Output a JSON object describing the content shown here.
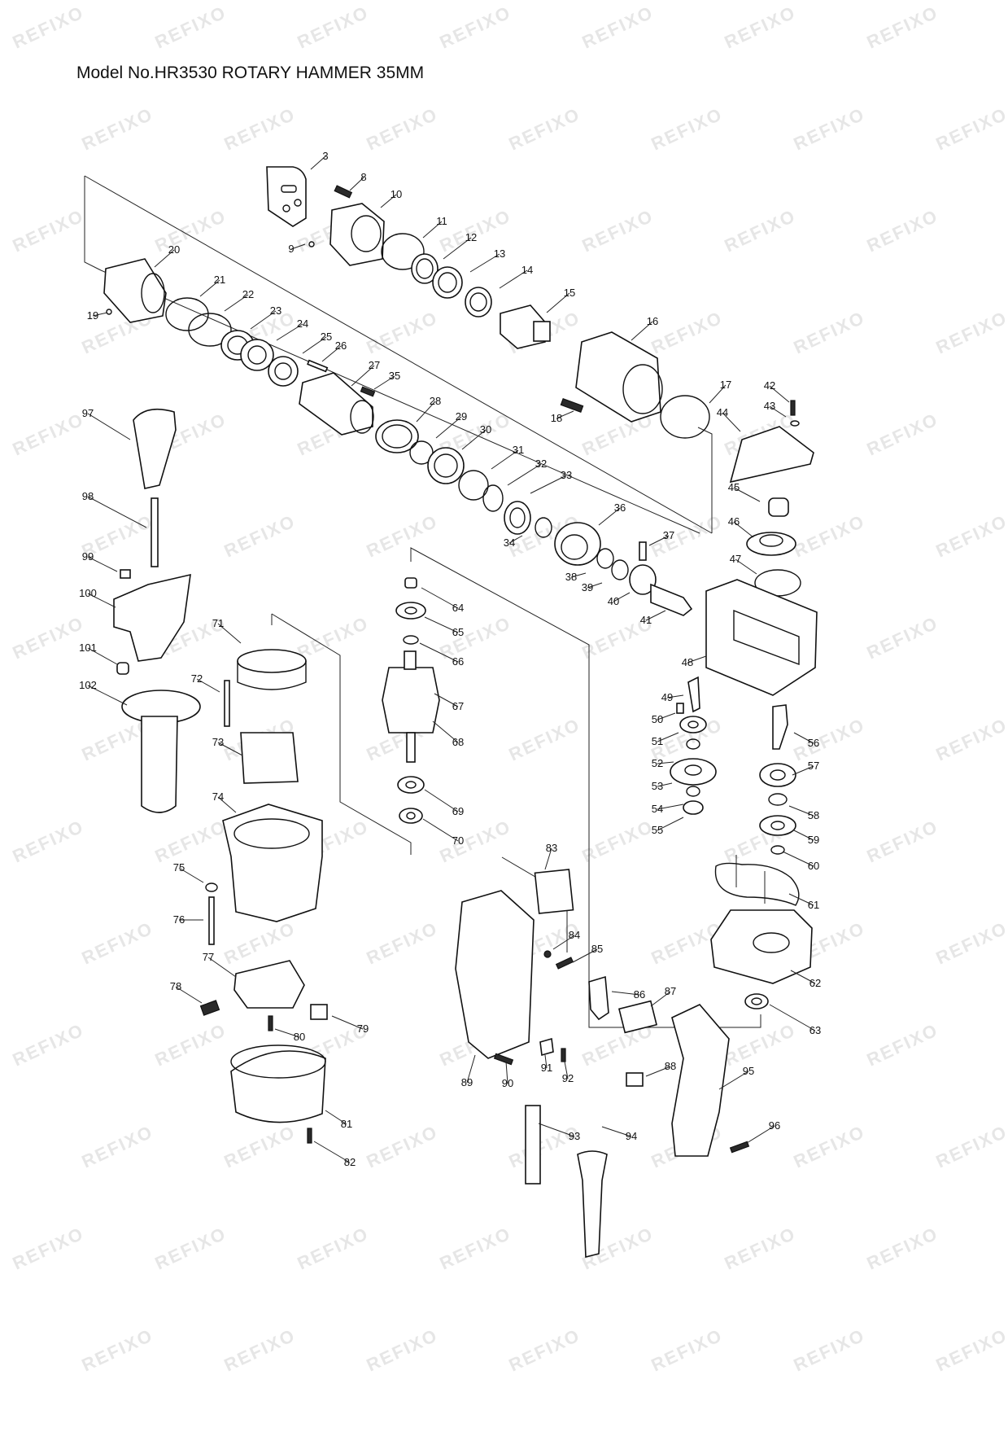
{
  "title": "Model No.HR3530 ROTARY HAMMER 35MM",
  "watermark": "REFIXO",
  "parts": [
    "3",
    "8",
    "10",
    "9",
    "11",
    "12",
    "13",
    "14",
    "15",
    "16",
    "17",
    "18",
    "19",
    "20",
    "21",
    "22",
    "23",
    "24",
    "25",
    "26",
    "27",
    "35",
    "28",
    "29",
    "30",
    "31",
    "32",
    "33",
    "34",
    "36",
    "37",
    "38",
    "39",
    "40",
    "41",
    "42",
    "43",
    "44",
    "45",
    "46",
    "47",
    "48",
    "49",
    "50",
    "51",
    "52",
    "53",
    "54",
    "55",
    "56",
    "57",
    "58",
    "59",
    "60",
    "61",
    "62",
    "63",
    "64",
    "65",
    "66",
    "67",
    "68",
    "69",
    "70",
    "71",
    "72",
    "73",
    "74",
    "75",
    "76",
    "77",
    "78",
    "79",
    "80",
    "81",
    "82",
    "83",
    "84",
    "85",
    "86",
    "87",
    "88",
    "89",
    "90",
    "91",
    "92",
    "93",
    "94",
    "95",
    "96",
    "97",
    "98",
    "99",
    "100",
    "101",
    "102"
  ]
}
